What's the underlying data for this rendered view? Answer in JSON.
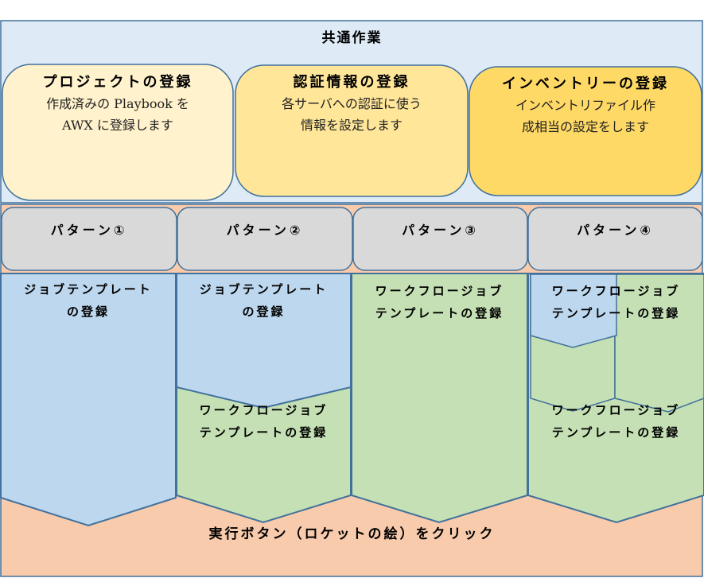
{
  "colors": {
    "border": "#41719C",
    "common_bg": "#DEEBF7",
    "card_project": "#FFF2CC",
    "card_credentials": "#FFE699",
    "card_inventory": "#FFD966",
    "execution_bg": "#F8CBAD",
    "pattern_header": "#D9D9D9",
    "job_template": "#BDD7EE",
    "workflow_template": "#C5E0B4"
  },
  "common": {
    "title": "共通作業",
    "cards": [
      {
        "title": "プロジェクトの登録",
        "lines": [
          "作成済みの Playbook を",
          "AWX に登録します"
        ]
      },
      {
        "title": "認証情報の登録",
        "lines": [
          "各サーバへの認証に使う",
          "情報を設定します"
        ]
      },
      {
        "title": "インベントリーの登録",
        "lines": [
          "インベントリファイル作",
          "成相当の設定をします"
        ]
      }
    ]
  },
  "patterns": [
    {
      "label": "パターン①",
      "steps": [
        {
          "type": "job_template",
          "lines": [
            "ジョブテンプレート",
            "の登録"
          ]
        }
      ]
    },
    {
      "label": "パターン②",
      "steps": [
        {
          "type": "job_template",
          "lines": [
            "ジョブテンプレート",
            "の登録"
          ]
        },
        {
          "type": "workflow_template",
          "lines": [
            "ワークフロージョブ",
            "テンプレートの登録"
          ]
        }
      ]
    },
    {
      "label": "パターン③",
      "steps": [
        {
          "type": "workflow_template",
          "lines": [
            "ワークフロージョブ",
            "テンプレートの登録"
          ]
        }
      ]
    },
    {
      "label": "パターン④",
      "steps": [
        {
          "type": "workflow_template",
          "lines": [
            "ワークフロージョブ",
            "テンプレートの登録"
          ]
        },
        {
          "type": "workflow_template",
          "lines": [
            "ワークフロージョブ",
            "テンプレートの登録"
          ]
        }
      ]
    }
  ],
  "footer": {
    "text": "実行ボタン（ロケットの絵）をクリック"
  }
}
